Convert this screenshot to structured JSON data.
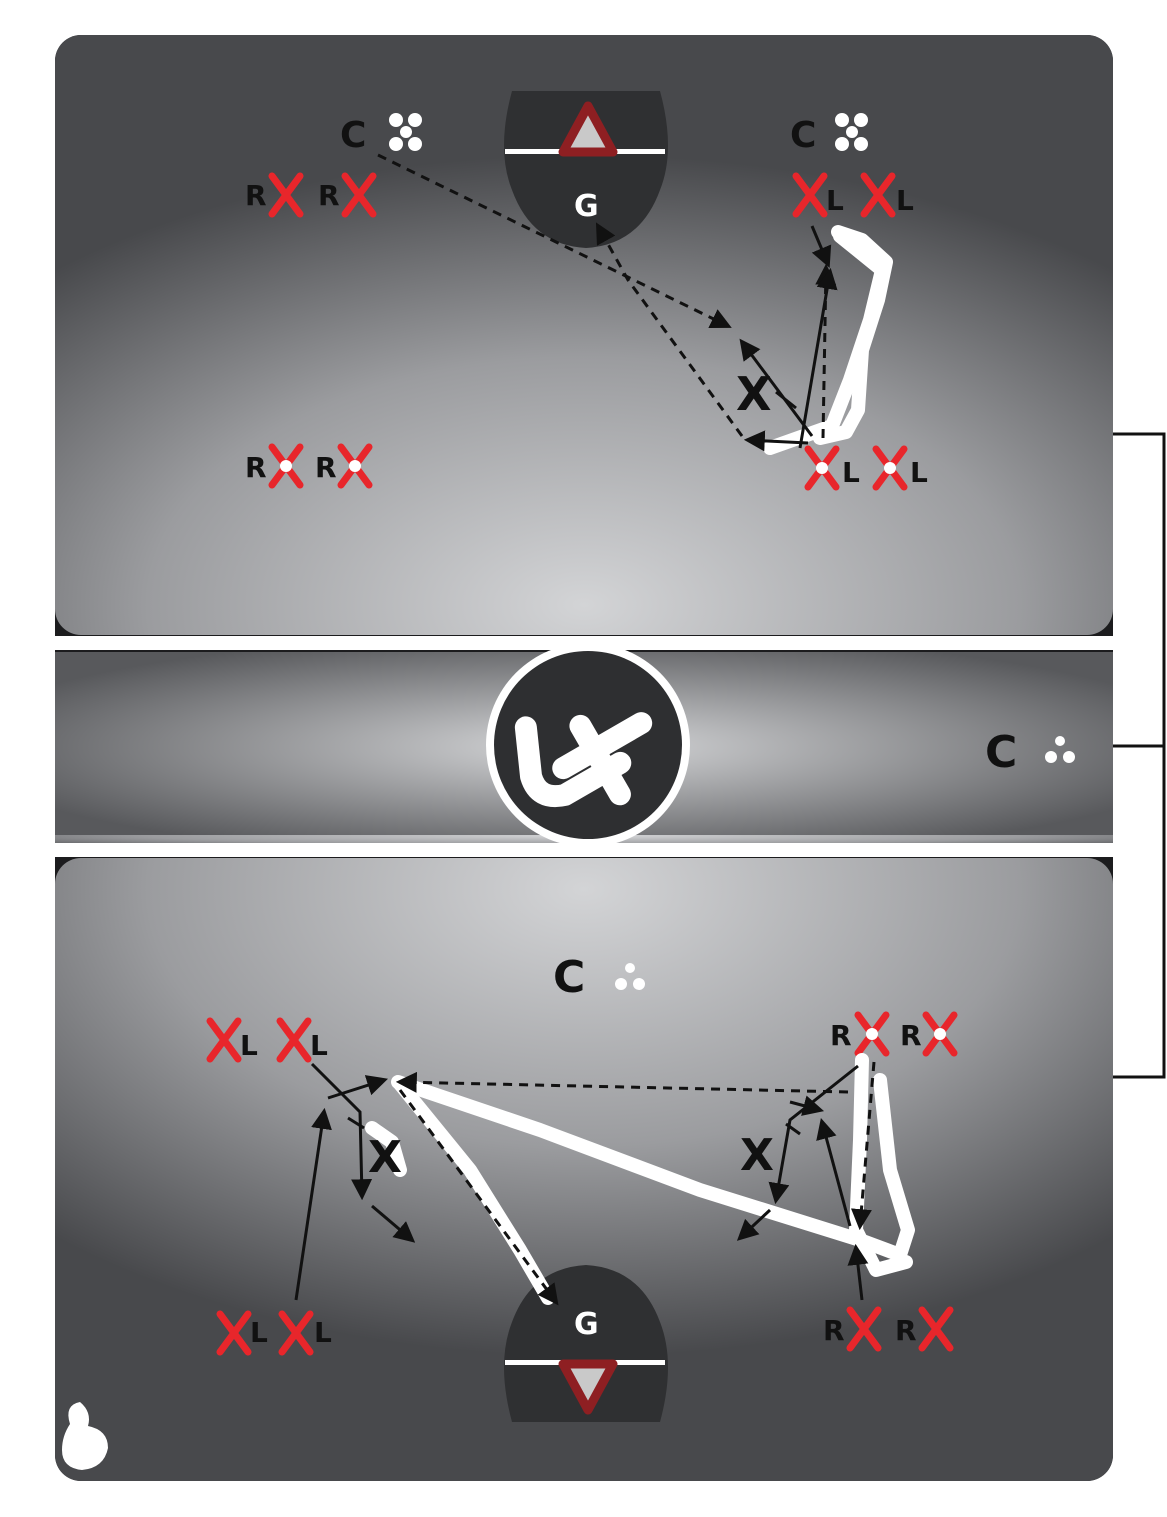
{
  "colors": {
    "field_center": "#d2d3d5",
    "field_edge": "#4a4b4e",
    "line": "#ffffff",
    "player_x": "#e8262b",
    "crease": "#303133",
    "goal_triangle": "#8e1f22",
    "logo_disc": "#2e2f31",
    "arrow": "#111111",
    "ball_path": "#ffffff"
  },
  "labels": {
    "coach": "C",
    "goalie": "G",
    "right": "R",
    "left": "L",
    "defender": "X"
  },
  "logo": {
    "icon": "lacrosse-brand-logo-icon"
  },
  "icons": {
    "ball_group": "ball-group-icon",
    "player_marker": "player-x-icon",
    "goal": "goal-triangle-icon",
    "corner_blob": "corner-blob-icon"
  }
}
